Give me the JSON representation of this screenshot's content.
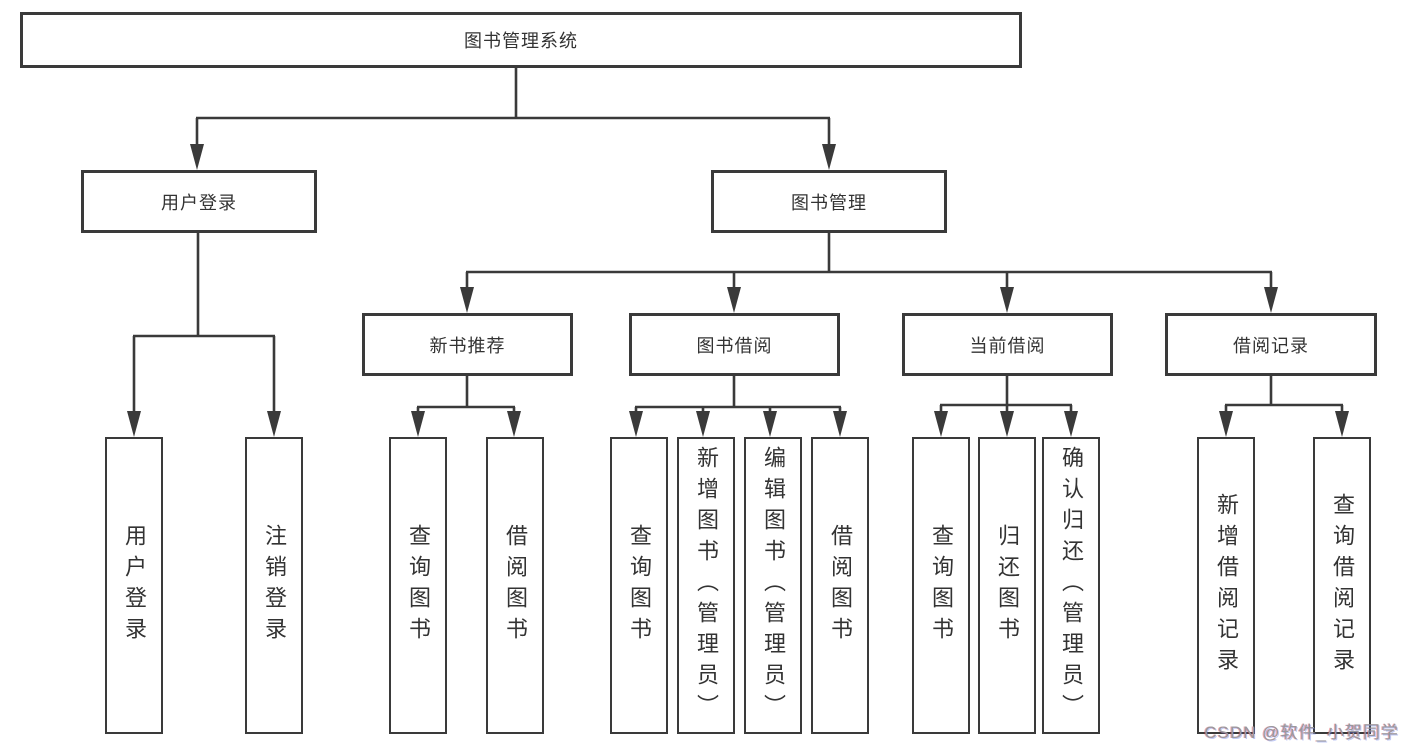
{
  "tree": {
    "label": "图书管理系统",
    "children": [
      {
        "label": "用户登录",
        "children": [
          {
            "label": "用户登录"
          },
          {
            "label": "注销登录"
          }
        ]
      },
      {
        "label": "图书管理",
        "children": [
          {
            "label": "新书推荐",
            "children": [
              {
                "label": "查询图书"
              },
              {
                "label": "借阅图书"
              }
            ]
          },
          {
            "label": "图书借阅",
            "children": [
              {
                "label": "查询图书"
              },
              {
                "label": "新增图书（管理员）"
              },
              {
                "label": "编辑图书（管理员）"
              },
              {
                "label": "借阅图书"
              }
            ]
          },
          {
            "label": "当前借阅",
            "children": [
              {
                "label": "查询图书"
              },
              {
                "label": "归还图书"
              },
              {
                "label": "确认归还（管理员）"
              }
            ]
          },
          {
            "label": "借阅记录",
            "children": [
              {
                "label": "新增借阅记录"
              },
              {
                "label": "查询借阅记录"
              }
            ]
          }
        ]
      }
    ]
  },
  "watermark": {
    "text": "CSDN @软件_小贺同学"
  },
  "colors": {
    "line": "#3a3a3a",
    "text": "#333333",
    "watermark": "#98989e"
  }
}
